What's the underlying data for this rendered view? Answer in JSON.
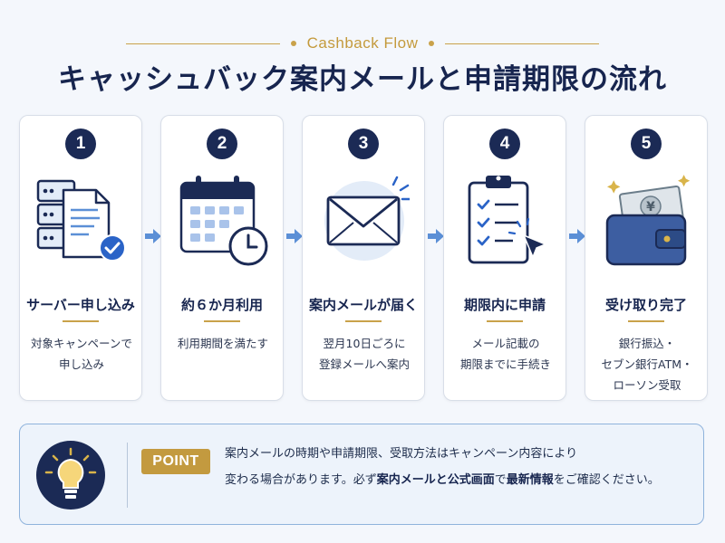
{
  "header": {
    "subtitle": "Cashback Flow",
    "title": "キャッシュバック案内メールと申請期限の流れ"
  },
  "steps": [
    {
      "number": "1",
      "title": "サーバー申し込み",
      "desc": "対象キャンペーンで\n申し込み",
      "icon": "server-document-check-icon"
    },
    {
      "number": "2",
      "title": "約６か月利用",
      "desc": "利用期間を満たす",
      "icon": "calendar-clock-icon"
    },
    {
      "number": "3",
      "title": "案内メールが届く",
      "desc": "翌月10日ごろに\n登録メールへ案内",
      "icon": "envelope-icon"
    },
    {
      "number": "4",
      "title": "期限内に申請",
      "desc": "メール記載の\n期限までに手続き",
      "icon": "clipboard-checklist-cursor-icon"
    },
    {
      "number": "5",
      "title": "受け取り完了",
      "desc": "銀行振込・\nセブン銀行ATM・\nローソン受取",
      "icon": "wallet-banknote-icon"
    }
  ],
  "point": {
    "badge": "POINT",
    "line1": "案内メールの時期や申請期限、受取方法はキャンペーン内容により",
    "line2_pre": "変わる場合があります。必ず",
    "line2_hl1": "案内メール",
    "line2_mid": "と",
    "line2_hl2": "公式画面",
    "line2_mid2": "で",
    "line2_hl3": "最新情報",
    "line2_post": "をご確認ください。"
  },
  "colors": {
    "navy": "#1b2a55",
    "gold": "#c9a24a",
    "arrow_blue": "#5b8fd6"
  }
}
